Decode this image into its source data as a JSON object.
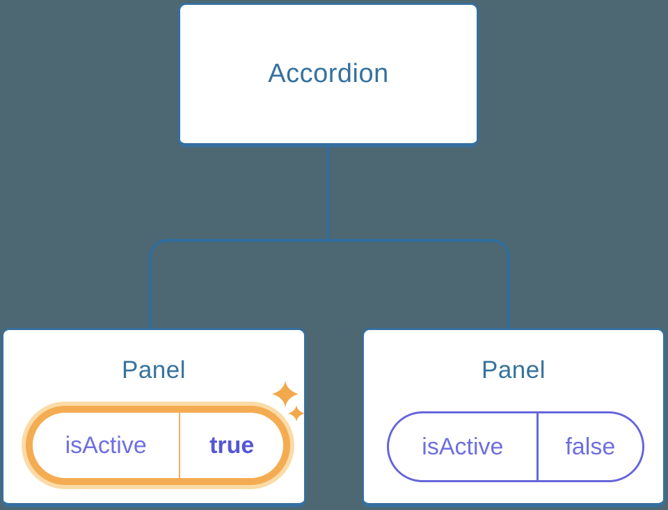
{
  "diagram": {
    "description": "React component tree showing an Accordion parent passing isActive props to two Panel children"
  },
  "tree": {
    "root": {
      "label": "Accordion"
    },
    "children": [
      {
        "label": "Panel",
        "prop": {
          "name": "isActive",
          "value": "true"
        },
        "highlighted": true,
        "icon": "sparkles-icon"
      },
      {
        "label": "Panel",
        "prop": {
          "name": "isActive",
          "value": "false"
        },
        "highlighted": false
      }
    ]
  },
  "palette": {
    "background": "#4D6873",
    "node_fill": "#FFFFFF",
    "node_border": "#356F9E",
    "connector": "#2F6D9D",
    "heading_text": "#35719E",
    "prop_text": "#6E6EE0",
    "prop_value_active_text": "#5456D6",
    "prop_border_inactive": "#6565DA",
    "active_ring": "#F4AC52",
    "active_ring_glow": "#FBDBA7",
    "active_divider": "#F0AF62",
    "sparkle": "#F2A94C"
  }
}
